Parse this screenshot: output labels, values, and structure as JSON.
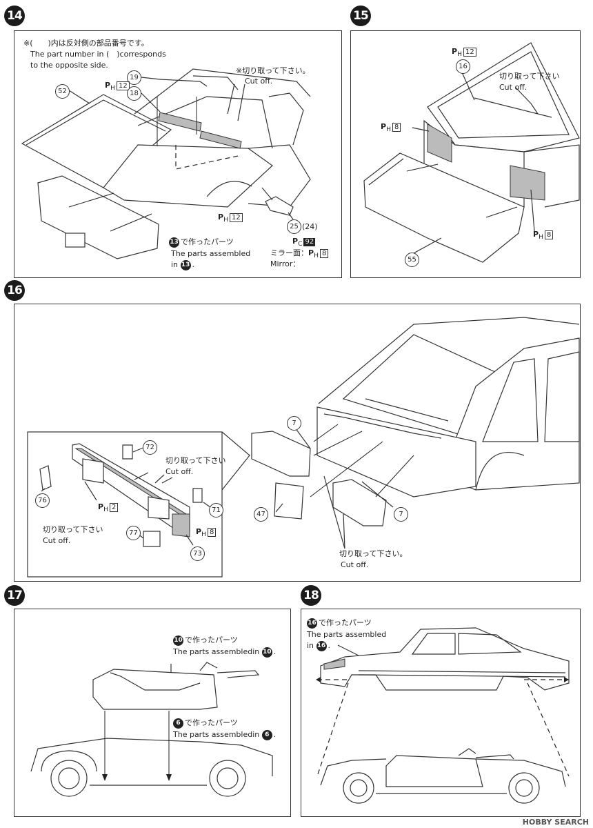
{
  "steps": {
    "s14": {
      "num": "14",
      "note_jp": "※(　　)内は反対側の部品番号です。",
      "note_en1": "The part number in (　)corresponds",
      "note_en2": "to the opposite side.",
      "cutoff_jp": "※切り取って下さい。",
      "cutoff_en": "Cut off.",
      "parts": {
        "p19": "19",
        "p18": "18",
        "p52": "52",
        "p25": "25",
        "p24": "(24)"
      },
      "ph12_a": "12",
      "ph12_b": "12",
      "assembled_jp": "で作ったパーツ",
      "assembled_en1": "The parts assembled",
      "assembled_en2_pre": "in",
      "assembled_en2_post": ".",
      "assembled_ref": "13",
      "pc92": "92",
      "mirror_jp": "ミラー面：",
      "mirror_ph": "8",
      "mirror_en": "Mirror："
    },
    "s15": {
      "num": "15",
      "ph12": "12",
      "p16": "16",
      "cutoff_jp": "切り取って下さい",
      "cutoff_en": "Cut off.",
      "ph8_a": "8",
      "ph8_b": "8",
      "p55": "55"
    },
    "s16": {
      "num": "16",
      "p72": "72",
      "p76": "76",
      "p71": "71",
      "p77": "77",
      "p73": "73",
      "p7a": "7",
      "p7b": "7",
      "p47": "47",
      "ph2": "2",
      "ph8": "8",
      "cutoff1_jp": "切り取って下さい",
      "cutoff1_en": "Cut off.",
      "cutoff2_jp": "切り取って下さい",
      "cutoff2_en": "Cut off.",
      "cutoff3_jp": "切り取って下さい。",
      "cutoff3_en": "Cut off."
    },
    "s17": {
      "num": "17",
      "a_ref": "10",
      "a_jp": "で作ったパーツ",
      "a_en": "The parts assembledin",
      "a_post": ".",
      "b_ref": "6",
      "b_jp": "で作ったパーツ",
      "b_en": "The parts assembledin",
      "b_post": "."
    },
    "s18": {
      "num": "18",
      "ref": "16",
      "jp": "で作ったパーツ",
      "en1": "The parts assembled",
      "en2_pre": "in",
      "en2_post": "."
    }
  },
  "labels": {
    "ph_prefix": "P",
    "ph_sub": "H",
    "pc_prefix": "P",
    "pc_sub": "C"
  },
  "watermark": "HOBBY SEARCH"
}
